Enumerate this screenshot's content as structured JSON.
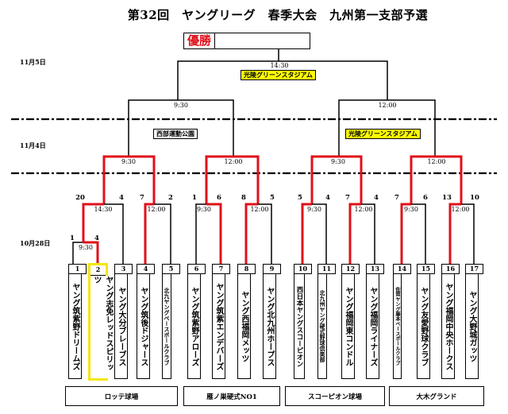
{
  "title": "第32回　ヤングリーグ　春季大会　九州第一支部予選",
  "champion": {
    "label": "優勝",
    "winner": ""
  },
  "dates": {
    "final": "11月5日",
    "semi": "11月4日",
    "first": "10月28日"
  },
  "colors": {
    "winner_line": "#e0101a",
    "highlight_box": "#f5e60a",
    "venue_highlight": "#ffff00",
    "champion_label": "#e0101a"
  },
  "final": {
    "time": "14:30",
    "venue": "光陵グリーンスタジアム"
  },
  "semifinals": [
    {
      "time": "9:30"
    },
    {
      "time": "12:00"
    }
  ],
  "semi_venues": [
    {
      "name": "西部運動公園",
      "highlight": false
    },
    {
      "name": "光陵グリーンスタジアム",
      "highlight": true
    }
  ],
  "quarterfinals": [
    {
      "time": "9:30"
    },
    {
      "time": "12:00"
    },
    {
      "time": "9:30"
    },
    {
      "time": "12:00"
    }
  ],
  "round2": [
    {
      "time": "14:30",
      "score_left": "20",
      "score_right": "4"
    },
    {
      "time": "12:00",
      "score_left": "7",
      "score_right": "2"
    },
    {
      "time": "9:30",
      "score_left": "1",
      "score_right": "6"
    },
    {
      "time": "12:00",
      "score_left": "8",
      "score_right": "5"
    },
    {
      "time": "9:30",
      "score_left": "5",
      "score_right": "4"
    },
    {
      "time": "12:00",
      "score_left": "7",
      "score_right": "4"
    },
    {
      "time": "9:30",
      "score_left": "7",
      "score_right": "6"
    },
    {
      "time": "12:00",
      "score_left": "13",
      "score_right": "10"
    }
  ],
  "round1": [
    {
      "time": "9:30",
      "score_left": "1",
      "score_right": "4"
    }
  ],
  "teams": [
    {
      "num": "1",
      "name": "ヤング筑紫野ドリームズ"
    },
    {
      "num": "2",
      "name": "ヤング志免レッドスピリッツ"
    },
    {
      "num": "3",
      "name": "ヤング大分ブレーブス"
    },
    {
      "num": "4",
      "name": "ヤング筑後ドジャース"
    },
    {
      "num": "5",
      "name": "北九ヤングベースボールクラブ"
    },
    {
      "num": "6",
      "name": "ヤング筑紫野アローズ"
    },
    {
      "num": "7",
      "name": "ヤング筑紫エンデバーズ"
    },
    {
      "num": "8",
      "name": "ヤング西福岡メッツ"
    },
    {
      "num": "9",
      "name": "ヤング北九州ホープス"
    },
    {
      "num": "10",
      "name": "西日本ヤングスコーピオン"
    },
    {
      "num": "11",
      "name": "北九州ヤング硬式野球倶楽部"
    },
    {
      "num": "12",
      "name": "ヤング福岡東コンドル"
    },
    {
      "num": "13",
      "name": "ヤング福岡ライナーズ"
    },
    {
      "num": "14",
      "name": "佐賀ヤング藤本ベースボールクラブ"
    },
    {
      "num": "15",
      "name": "ヤング友愛野球クラブ"
    },
    {
      "num": "16",
      "name": "ヤング福岡中央ホークス"
    },
    {
      "num": "17",
      "name": "ヤング大野城ガッツ"
    }
  ],
  "grounds": [
    {
      "name": "ロッテ球場"
    },
    {
      "name": "雁ノ巣硬式NO1"
    },
    {
      "name": "スコーピオン球場"
    },
    {
      "name": "大木グランド"
    }
  ]
}
